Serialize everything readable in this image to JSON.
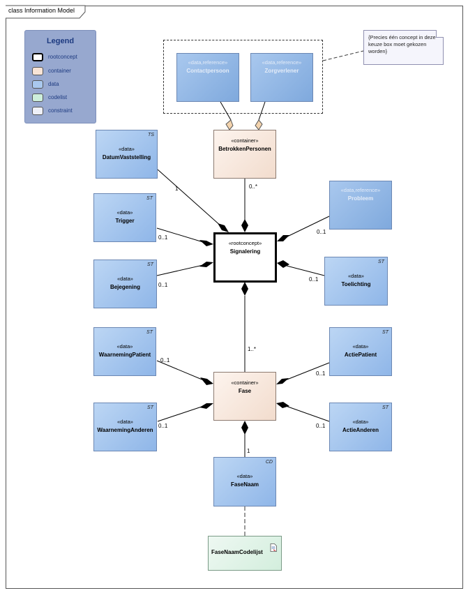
{
  "diagram": {
    "title": "class Information Model",
    "legend": {
      "title": "Legend",
      "items": [
        {
          "label": "rootconcept",
          "color": "#ffffff"
        },
        {
          "label": "container",
          "color": "#f8e4d6"
        },
        {
          "label": "data",
          "color": "#a9c8ee"
        },
        {
          "label": "codelist",
          "color": "#cdeedb"
        },
        {
          "label": "constraint",
          "color": "#eef0f8"
        }
      ]
    },
    "note": "{Precies één concept in deze keuze box moet gekozen worden}",
    "classes": {
      "contactpersoon": {
        "stereotype": "«data,reference»",
        "name": "Contactpersoon"
      },
      "zorgverlener": {
        "stereotype": "«data,reference»",
        "name": "Zorgverlener"
      },
      "betrokken": {
        "stereotype": "«container»",
        "name": "BetrokkenPersonen"
      },
      "datum": {
        "stereotype": "«data»",
        "name": "DatumVaststelling",
        "type": "TS"
      },
      "probleem": {
        "stereotype": "«data,reference»",
        "name": "Probleem"
      },
      "trigger": {
        "stereotype": "«data»",
        "name": "Trigger",
        "type": "ST"
      },
      "signalering": {
        "stereotype": "«rootconcept»",
        "name": "Signalering"
      },
      "bejegening": {
        "stereotype": "«data»",
        "name": "Bejegening",
        "type": "ST"
      },
      "toelichting": {
        "stereotype": "«data»",
        "name": "Toelichting",
        "type": "ST"
      },
      "waarnemingpatient": {
        "stereotype": "«data»",
        "name": "WaarnemingPatient",
        "type": "ST"
      },
      "actiepatient": {
        "stereotype": "«data»",
        "name": "ActiePatient",
        "type": "ST"
      },
      "fase": {
        "stereotype": "«container»",
        "name": "Fase"
      },
      "waarneminganderen": {
        "stereotype": "«data»",
        "name": "WaarnemingAnderen",
        "type": "ST"
      },
      "actieanderen": {
        "stereotype": "«data»",
        "name": "ActieAnderen",
        "type": "ST"
      },
      "fasenaam": {
        "stereotype": "«data»",
        "name": "FaseNaam",
        "type": "CD"
      },
      "codelijst": {
        "name": "FaseNaamCodelijst"
      }
    },
    "multiplicities": {
      "betrokken": "0..*",
      "datum": "1",
      "probleem": "0..1",
      "trigger": "0..1",
      "bejegening": "0..1",
      "toelichting": "0..1",
      "fase": "1..*",
      "waarnemingpatient": "0..1",
      "actiepatient": "0..1",
      "waarnemingandere": "0..1",
      "actieanderen": "0..1",
      "fasenaam": "1"
    }
  }
}
